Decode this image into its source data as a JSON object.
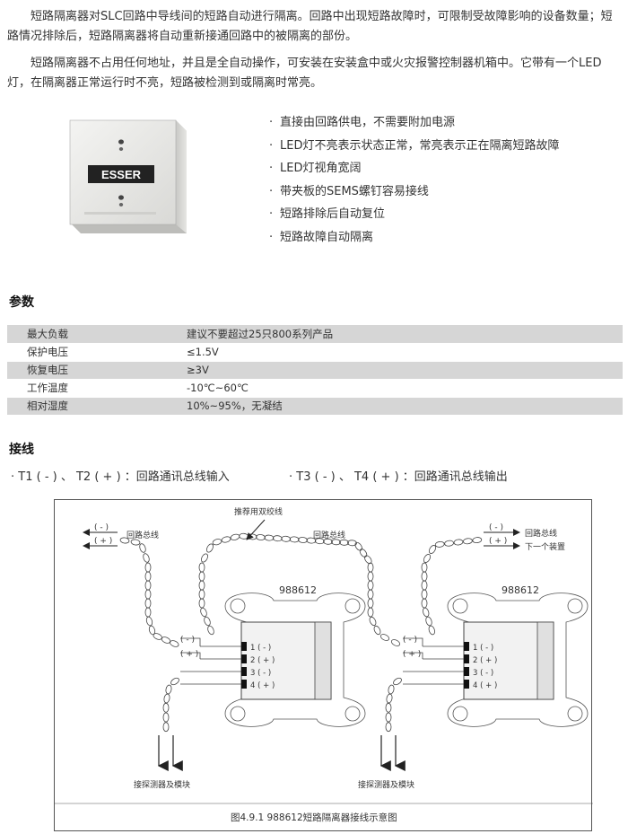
{
  "intro": {
    "p1": "短路隔离器对SLC回路中导线间的短路自动进行隔离。回路中出现短路故障时，可限制受故障影响的设备数量；短路情况排除后，短路隔离器将自动重新接通回路中的被隔离的部份。",
    "p2": "短路隔离器不占用任何地址，并且是全自动操作，可安装在安装盒中或火灾报警控制器机箱中。它带有一个LED灯，在隔离器正常运行时不亮，短路被检测到或隔离时常亮。"
  },
  "product": {
    "brand": "ESSER"
  },
  "features": [
    "直接由回路供电，不需要附加电源",
    "LED灯不亮表示状态正常，常亮表示正在隔离短路故障",
    "LED灯视角宽阔",
    "带夹板的SEMS螺钉容易接线",
    "短路排除后自动复位",
    "短路故障自动隔离"
  ],
  "bullet_symbol": "·",
  "params": {
    "title": "参数",
    "rows": [
      {
        "k": "最大负载",
        "v": "建议不要超过25只800系列产品"
      },
      {
        "k": "保护电压",
        "v": "≤1.5V"
      },
      {
        "k": "恢复电压",
        "v": "≥3V"
      },
      {
        "k": "工作温度",
        "v": "-10℃~60℃"
      },
      {
        "k": "相对湿度",
        "v": "10%~95%，无凝结"
      }
    ]
  },
  "wiring": {
    "title": "接线",
    "left": "T1 ( - ) 、 T2 ( + ) ：回路通讯总线输入",
    "right": "T3 ( - ) 、 T4 ( + ) ：回路通讯总线输出"
  },
  "diagram": {
    "twisted_label": "推荐用双绞线",
    "bus_left": "回路总线",
    "bus_mid": "回路总线",
    "bus_right": "回路总线",
    "next_device": "下一个装置",
    "model_left": "988612",
    "model_right": "988612",
    "minus": "( - )",
    "plus": "( + )",
    "terminals": [
      "1 ( - )",
      "2 ( + )",
      "3 ( - )",
      "4 ( + )"
    ],
    "detector_left": "接探测器及模块",
    "detector_right": "接探测器及模块",
    "caption": "图4.9.1   988612短路隔离器接线示意图"
  }
}
